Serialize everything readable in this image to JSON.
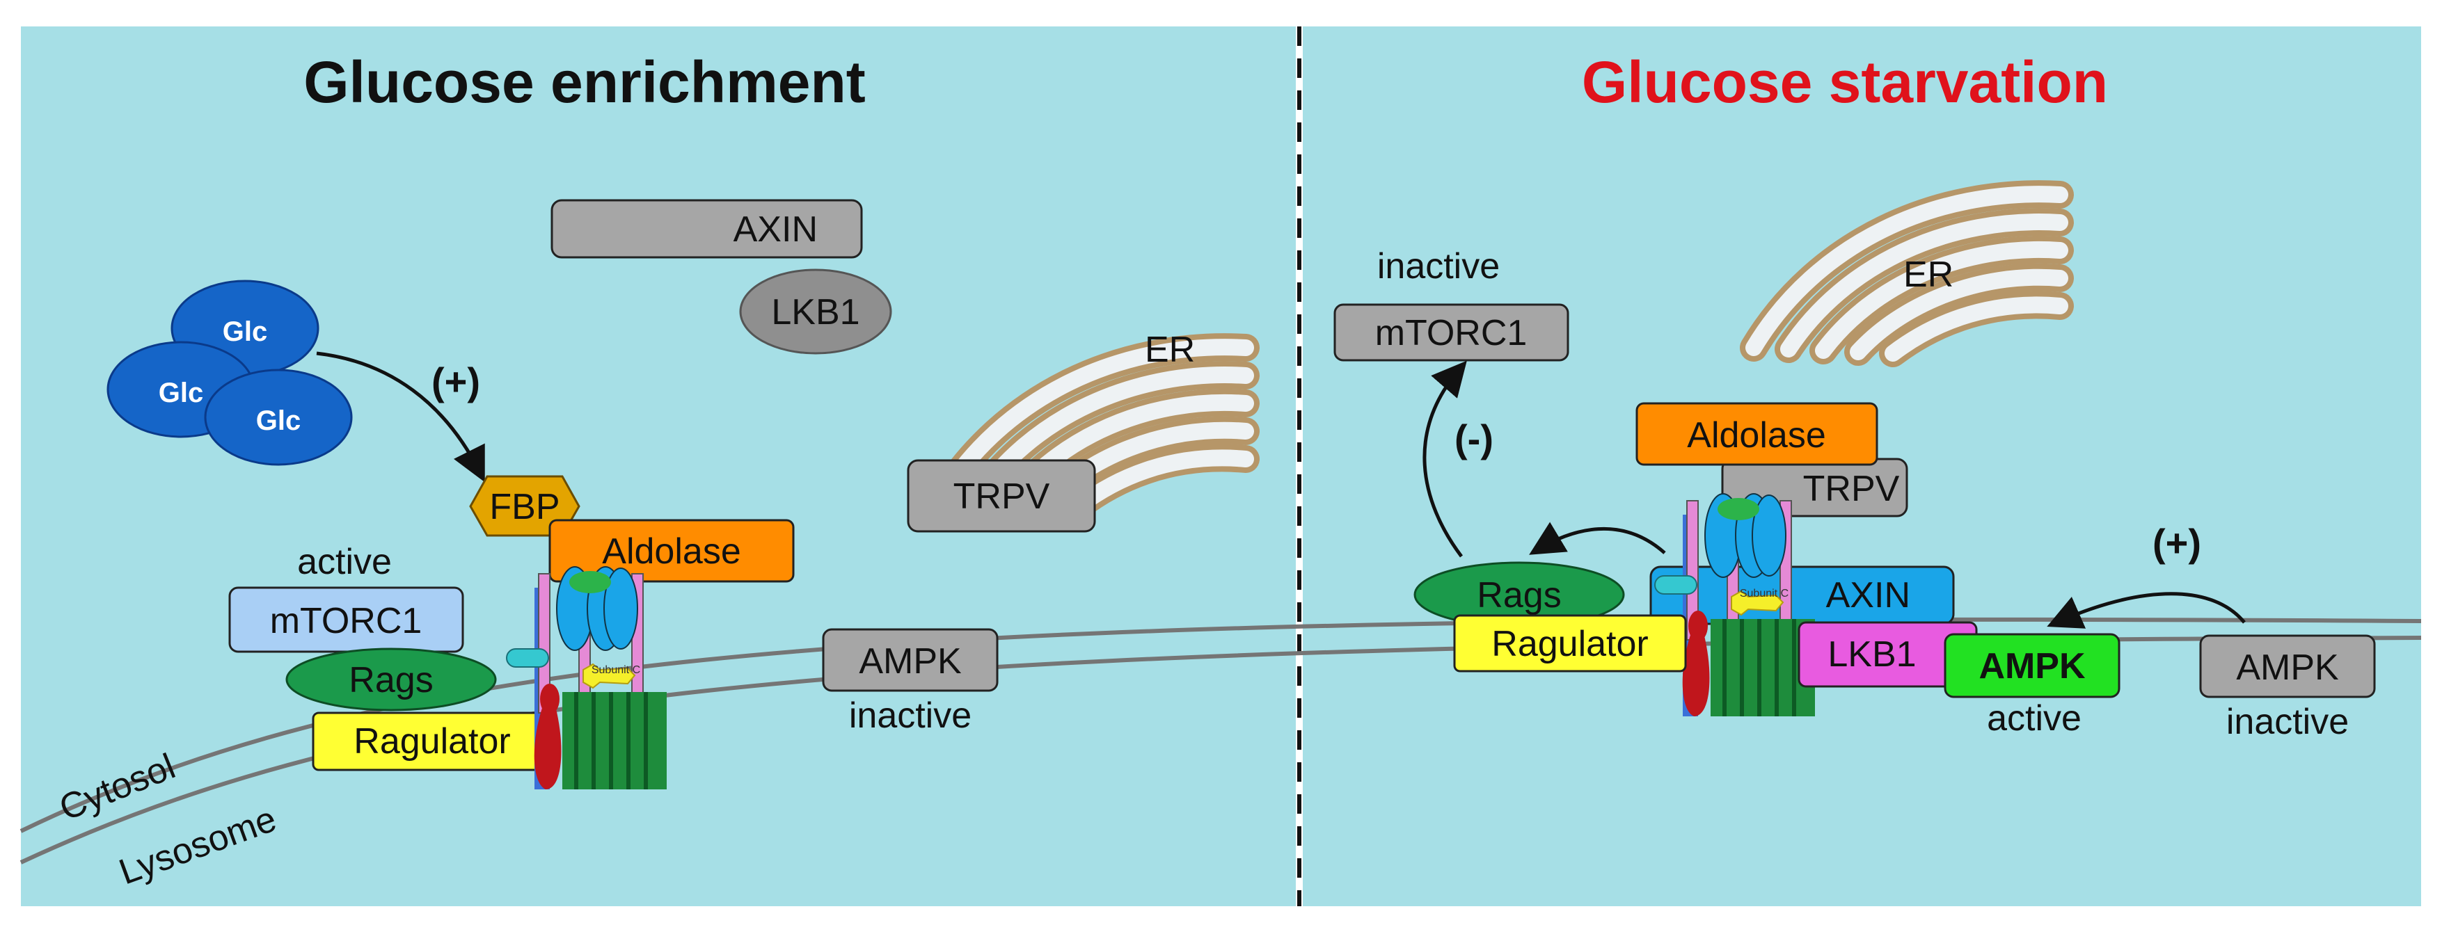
{
  "left_panel": {
    "title": "Glucose enrichment",
    "glc": [
      "Glc",
      "Glc",
      "Glc"
    ],
    "activation_sign": "(+)",
    "fbp": "FBP",
    "aldolase": "Aldolase",
    "axin": "AXIN",
    "lkb1": "LKB1",
    "er": "ER",
    "trpv": "TRPV",
    "mtorc1": "mTORC1",
    "mtorc1_state": "active",
    "rags": "Rags",
    "ragulator": "Ragulator",
    "subunit": "Subunit C",
    "ampk": "AMPK",
    "ampk_state": "inactive",
    "cytosol": "Cytosol",
    "lysosome": "Lysosome"
  },
  "right_panel": {
    "title": "Glucose starvation",
    "mtorc1": "mTORC1",
    "mtorc1_state": "inactive",
    "inhibition_sign": "(-)",
    "er": "ER",
    "aldolase": "Aldolase",
    "trpv": "TRPV",
    "rags": "Rags",
    "ragulator": "Ragulator",
    "subunit": "Subunit C",
    "axin": "AXIN",
    "lkb1": "LKB1",
    "ampk_active": "AMPK",
    "ampk_active_state": "active",
    "activation_sign": "(+)",
    "ampk_inactive": "AMPK",
    "ampk_inactive_state": "inactive"
  },
  "colors": {
    "background": "#a6dfe6",
    "title_left": "#111111",
    "title_right": "#e0121b",
    "glc": "#1565c8",
    "fbp": "#e3a400",
    "aldolase": "#ff8c00",
    "gray_box": "#a6a6a6",
    "mtorc1_active": "#a9cff5",
    "rags": "#1b9a4b",
    "ragulator": "#ffff33",
    "lkb1_pink": "#e85be0",
    "ampk_active": "#22e122",
    "axin_blue": "#1aa5e8",
    "er": "#b69668"
  }
}
